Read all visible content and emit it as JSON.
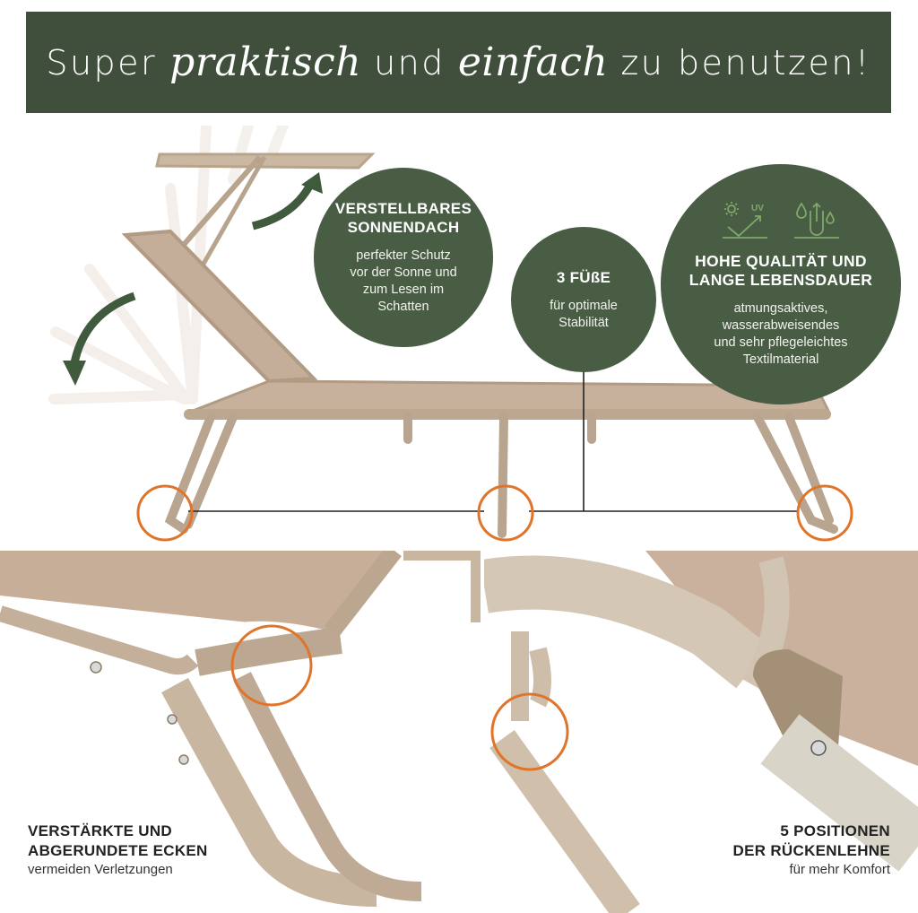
{
  "banner": {
    "part1": "Super",
    "part2": "praktisch",
    "part3": "und",
    "part4": "einfach",
    "part5": "zu benutzen!"
  },
  "bubbles": {
    "sunroof": {
      "heading_line1": "VERSTELLBARES",
      "heading_line2": "SONNENDACH",
      "text_line1": "perfekter Schutz",
      "text_line2": "vor der Sonne und",
      "text_line3": "zum Lesen im",
      "text_line4": "Schatten"
    },
    "feet": {
      "heading": "3 FÜßE",
      "text_line1": "für optimale",
      "text_line2": "Stabilität"
    },
    "quality": {
      "icon_label": "UV",
      "heading_line1": "HOHE QUALITÄT UND",
      "heading_line2": "LANGE LEBENSDAUER",
      "text_line1": "atmungsaktives,",
      "text_line2": "wasserabweisendes",
      "text_line3": "und sehr pflegeleichtes",
      "text_line4": "Textilmaterial"
    }
  },
  "captions": {
    "left": {
      "heading_line1": "VERSTÄRKTE UND",
      "heading_line2": "ABGERUNDETE ECKEN",
      "text": "vermeiden Verletzungen"
    },
    "right": {
      "heading_line1": "5 POSITIONEN",
      "heading_line2": "DER RÜCKENLEHNE",
      "text": "für mehr Komfort"
    }
  },
  "colors": {
    "bubble_green": "#495d45",
    "banner_green": "#3f4f3b",
    "highlight_orange": "#e0752a",
    "frame_beige": "#b9a58f",
    "fabric_beige": "#c9b3a0",
    "icon_green": "#7fa86a"
  }
}
